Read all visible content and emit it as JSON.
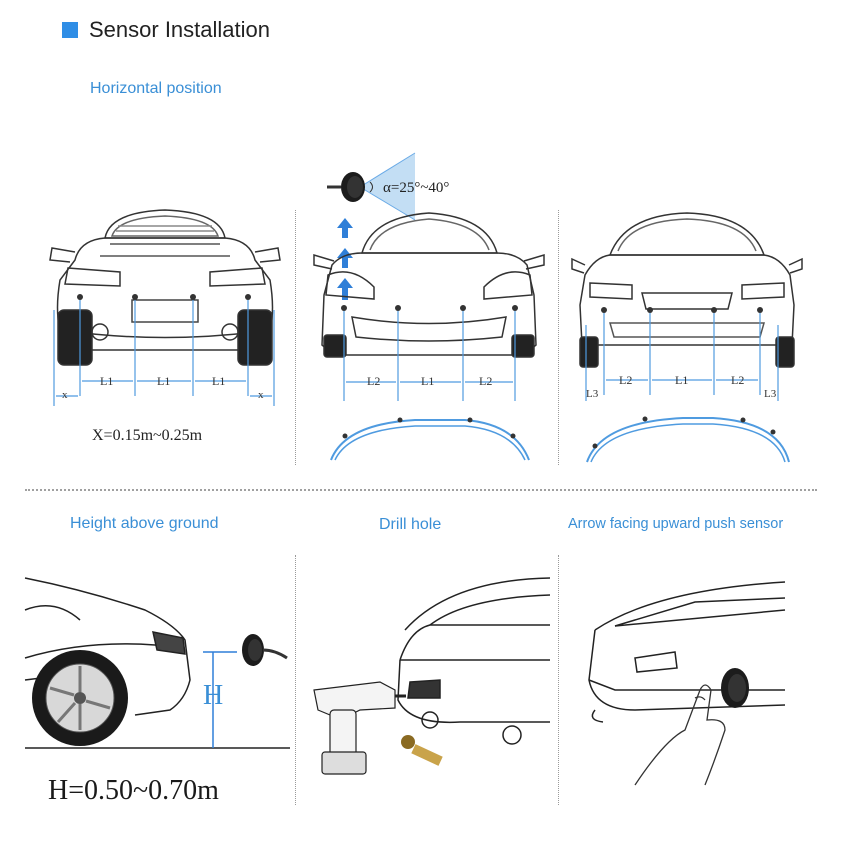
{
  "header": {
    "title": "Sensor Installation",
    "accent_color": "#2f8ee6"
  },
  "labels": {
    "horizontal_position": "Horizontal position",
    "height_above_ground": "Height above ground",
    "drill_hole": "Drill hole",
    "arrow_facing": "Arrow facing upward  push sensor"
  },
  "rear_view": {
    "spacing": [
      "L1",
      "L1",
      "L1"
    ],
    "edge": "x",
    "formula": "X=0.15m~0.25m"
  },
  "front_sport": {
    "angle": "α=25°~40°",
    "spacing": [
      "L2",
      "L1",
      "L2"
    ]
  },
  "front_sedan": {
    "spacing": [
      "L3",
      "L2",
      "L1",
      "L2",
      "L3"
    ]
  },
  "height": {
    "marker": "H",
    "formula": "H=0.50~0.70m"
  },
  "colors": {
    "label_blue": "#3a8fd6",
    "line_blue": "#4f9be0",
    "arrow_blue": "#2f7fd8"
  }
}
